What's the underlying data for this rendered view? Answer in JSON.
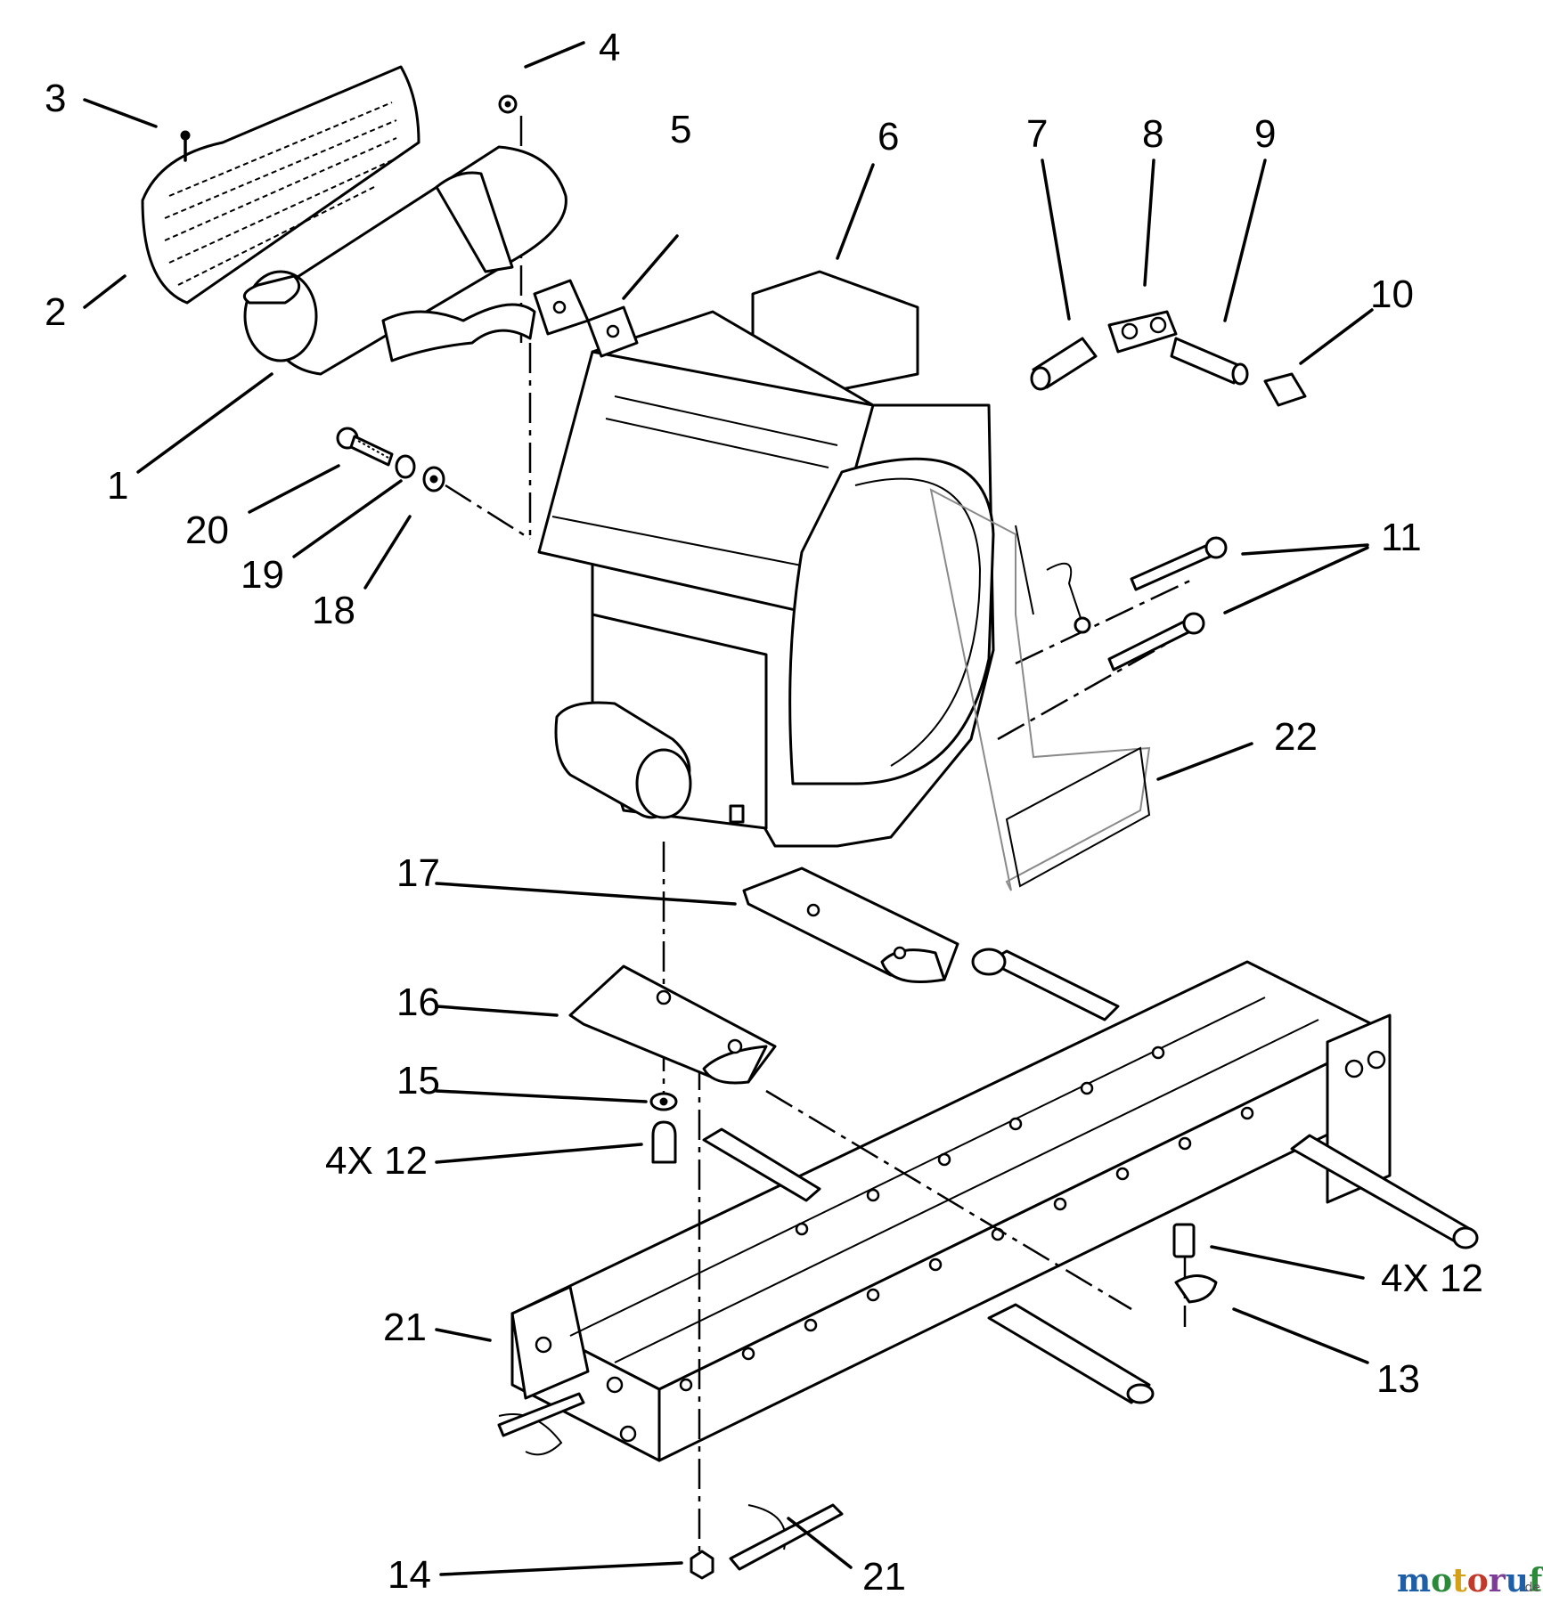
{
  "callouts": {
    "c1": "1",
    "c2": "2",
    "c3": "3",
    "c4": "4",
    "c5": "5",
    "c6": "6",
    "c7": "7",
    "c8": "8",
    "c9": "9",
    "c10": "10",
    "c11": "11",
    "c13": "13",
    "c14": "14",
    "c15": "15",
    "c16": "16",
    "c17": "17",
    "c18": "18",
    "c19": "19",
    "c20": "20",
    "c21a": "21",
    "c21b": "21",
    "c22": "22",
    "c12a": "4X 12",
    "c12b": "4X 12"
  },
  "watermark": {
    "letters": [
      "m",
      "o",
      "t",
      "o",
      "r",
      "u",
      "f"
    ],
    "letter_colors": [
      "#1f5fa8",
      "#2a8a3a",
      "#d4a017",
      "#c0392b",
      "#7d3c98",
      "#1f5fa8",
      "#2a8a3a"
    ],
    "suffix": ".de"
  }
}
